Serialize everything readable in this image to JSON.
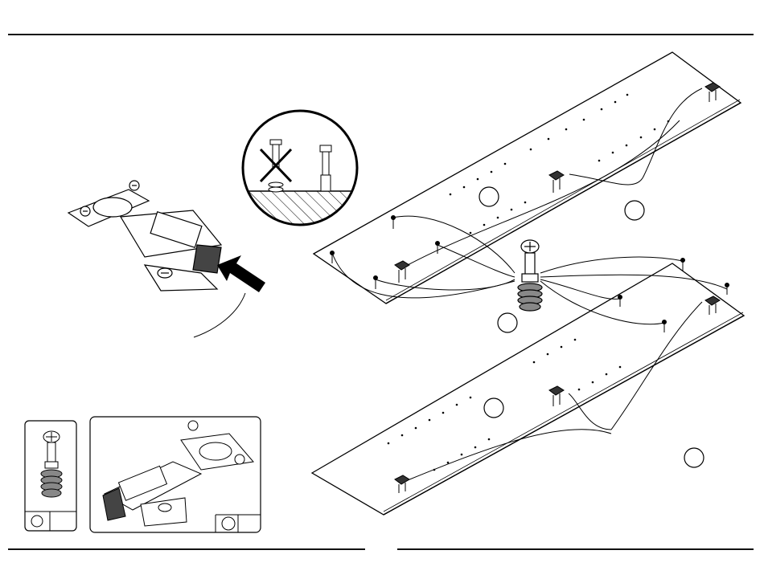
{
  "page": {
    "style": "furniture assembly instruction step (line drawing, no printed text)",
    "ink_color": "#000000",
    "paper_color": "#ffffff"
  },
  "panels": [
    {
      "name": "upper-board",
      "hole_rows": 2,
      "hinge_plates": 3,
      "cam_posts": 3
    },
    {
      "name": "lower-board",
      "hole_rows": 2,
      "hinge_plates": 3,
      "cam_posts": 3
    }
  ],
  "inset_views": {
    "warning_circle": {
      "wrong": "crossed",
      "right": "seated fully"
    },
    "parts_boxes": [
      "cam-post",
      "hinge-plate"
    ]
  },
  "callout_circles": 6
}
